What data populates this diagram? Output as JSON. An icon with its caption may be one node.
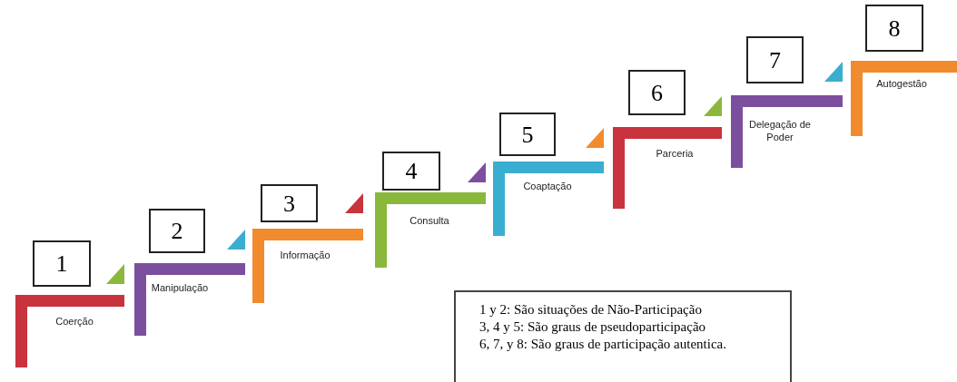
{
  "diagram": {
    "nodes": [
      {
        "text": [
          "1"
        ]
      },
      {
        "text": [
          "Coerção"
        ]
      },
      {
        "text": [
          "2"
        ]
      },
      {
        "text": [
          "Manipulação"
        ]
      },
      {
        "text": [
          "3"
        ]
      },
      {
        "text": [
          "Informação"
        ]
      },
      {
        "text": [
          "4"
        ]
      },
      {
        "text": [
          "Consulta"
        ]
      },
      {
        "text": [
          "5"
        ]
      },
      {
        "text": [
          "Coaptação"
        ]
      },
      {
        "text": [
          "6"
        ]
      },
      {
        "text": [
          "Parceria"
        ]
      },
      {
        "text": [
          "7"
        ]
      },
      {
        "text": [
          "Delegação de Poder"
        ]
      },
      {
        "text": [
          "8"
        ]
      },
      {
        "text": [
          "Autogestão"
        ]
      },
      {
        "text": [
          "1 y 2: São situações de Não-Participação",
          "3, 4 y 5: São graus de pseudoparticipação",
          "6, 7, y 8: São graus de participação autentica."
        ]
      }
    ],
    "edges": [
      {
        "from": 3,
        "to": 1,
        "arrow": "to",
        "color": "#8ab83d"
      },
      {
        "from": 5,
        "to": 3,
        "arrow": "to",
        "color": "#3aaed0"
      },
      {
        "from": 7,
        "to": 5,
        "arrow": "to",
        "color": "#c8333d"
      },
      {
        "from": 9,
        "to": 7,
        "arrow": "to",
        "color": "#7c4f9e"
      },
      {
        "from": 11,
        "to": 9,
        "arrow": "to",
        "color": "#f28a2e"
      },
      {
        "from": 13,
        "to": 11,
        "arrow": "to",
        "color": "#8ab83d"
      },
      {
        "from": 15,
        "to": 13,
        "arrow": "to",
        "color": "#3aaed0"
      }
    ]
  }
}
